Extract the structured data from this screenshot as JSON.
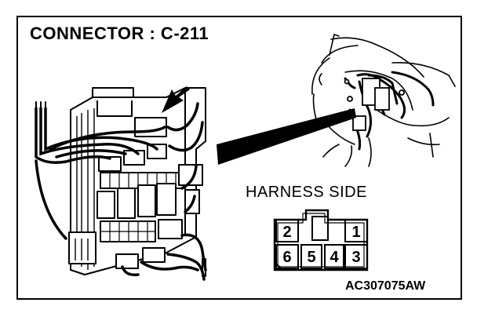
{
  "title": "CONNECTOR : C-211",
  "connector_view_label": "HARNESS SIDE",
  "figure_code": "AC307075AW",
  "pins": {
    "top": [
      "2",
      "1"
    ],
    "bottom": [
      "6",
      "5",
      "4",
      "3"
    ]
  }
}
